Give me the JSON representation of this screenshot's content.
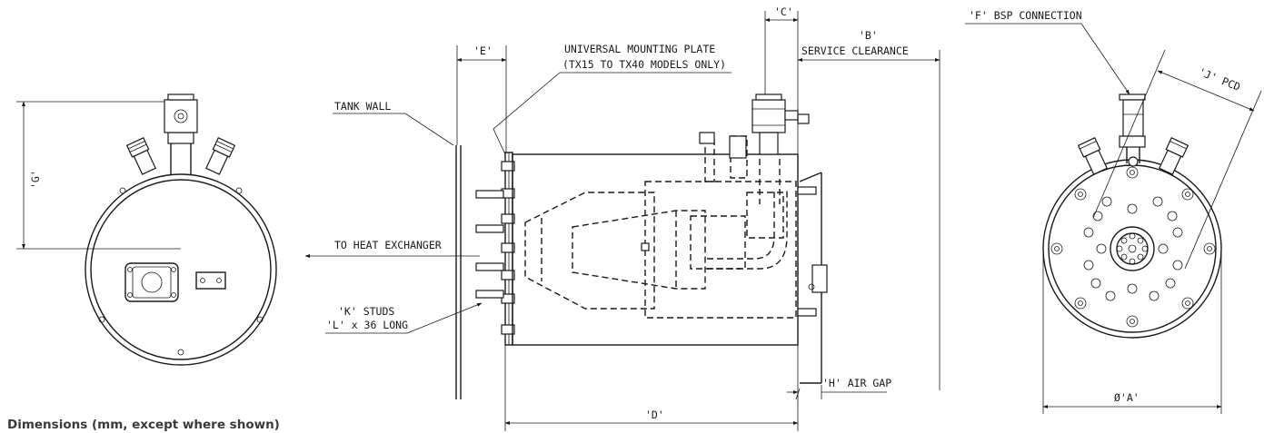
{
  "labels": {
    "dim_e": "'E'",
    "mounting_plate_1": "UNIVERSAL MOUNTING PLATE",
    "mounting_plate_2": "(TX15 TO TX40 MODELS ONLY)",
    "dim_c": "'C'",
    "dim_b": "'B'",
    "service_clearance": "SERVICE CLEARANCE",
    "tank_wall": "TANK WALL",
    "dim_g": "'G'",
    "to_heat_exchanger": "TO HEAT EXCHANGER",
    "k_studs": "'K' STUDS",
    "l_long": "'L' x 36 LONG",
    "h_air_gap": "'H' AIR GAP",
    "dim_d": "'D'",
    "f_bsp": "'F' BSP CONNECTION",
    "j_pcd": "'J' PCD",
    "dia_a": "Ø'A'"
  },
  "caption": "Dimensions (mm, except where shown)"
}
